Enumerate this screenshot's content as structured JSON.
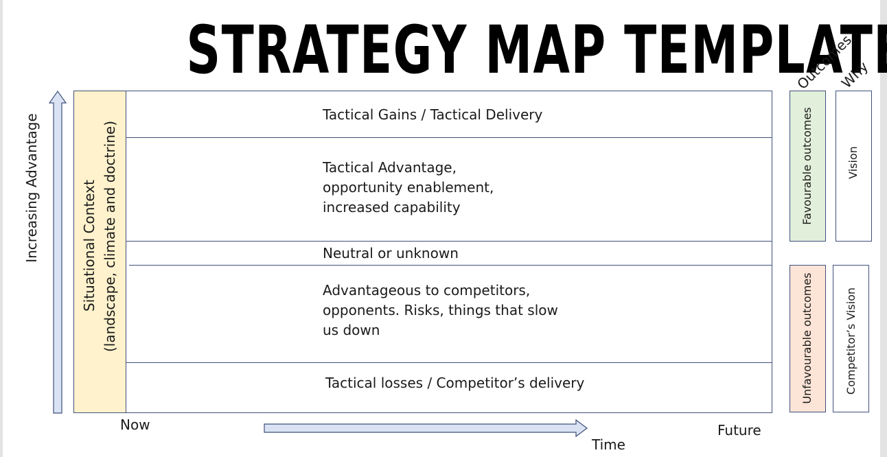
{
  "title": "STRATEGY MAP TEMPLATE",
  "axis": {
    "y_label": "Increasing Advantage",
    "x_label": "Time",
    "x_start": "Now",
    "x_end": "Future"
  },
  "context": {
    "line1": "Situational Context",
    "line2": "(landscape, climate and doctrine)"
  },
  "rows": [
    {
      "lines": [
        "Tactical Gains / Tactical Delivery"
      ]
    },
    {
      "lines": [
        "Tactical Advantage,",
        "opportunity enablement,",
        "increased capability"
      ]
    },
    {
      "lines": [
        "Neutral or unknown"
      ]
    },
    {
      "lines": [
        "Advantageous to competitors,",
        "opponents. Risks, things that slow",
        "us down"
      ]
    },
    {
      "lines": [
        "Tactical losses / Competitor’s delivery"
      ]
    }
  ],
  "columns": {
    "outcomes_header": "Outcomes",
    "why_header": "Why",
    "favourable": "Favourable outcomes",
    "vision": "Vision",
    "unfavourable": "Unfavourable outcomes",
    "competitor_vision": "Competitor’s Vision"
  },
  "colors": {
    "context_fill": "#fff2cc",
    "favourable_fill": "#e2efda",
    "unfavourable_fill": "#fce4d6",
    "arrow_fill": "#dae3f3",
    "border": "#3f4f7a"
  }
}
